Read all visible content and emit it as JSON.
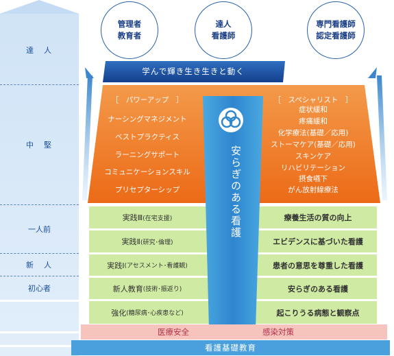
{
  "levels": [
    "達　人",
    "中　堅",
    "一人前",
    "新　人",
    "初心者"
  ],
  "circles": [
    "管理者\n教育者",
    "達人\n看護師",
    "専門看護師\n認定看護師"
  ],
  "banner": "学んで輝き生き生きと動く",
  "power_up": {
    "title": "［　パワーアップ　］",
    "items": [
      "ナーシングマネジメント",
      "ベストプラクティス",
      "ラーニングサポート",
      "コミュニケーションスキル",
      "プリセプターシップ"
    ]
  },
  "specialist": {
    "title": "［　スペシャリスト　］",
    "items": [
      "症状緩和",
      "疼痛緩和",
      "化学療法(基礎／応用)",
      "ストーマケア(基礎／応用)",
      "スキンケア",
      "リハビリテーション",
      "摂食嚥下",
      "がん放射線療法"
    ]
  },
  "center": "安らぎのある看護",
  "practice_rows": [
    {
      "left_main": "実践Ⅲ",
      "left_sub": "(在宅支援)",
      "right": "療養生活の質の向上"
    },
    {
      "left_main": "実践Ⅱ",
      "left_sub": "(研究･倫理)",
      "right": "エビデンスに基づいた看護"
    },
    {
      "left_main": "実践Ⅰ",
      "left_sub": "(アセスメント･看護観)",
      "right": "患者の意思を尊重した看護"
    },
    {
      "left_main": "新人教育",
      "left_sub": "(技術･振返り)",
      "right": "安らぎのある看護"
    },
    {
      "left_main": "強化",
      "left_sub": "(糖尿病･心疾患など)",
      "right": "起こりうる病態と観察点"
    }
  ],
  "base_left": "医療安全",
  "base_right": "感染対策",
  "foundation": "看護基礎教育",
  "colors": {
    "ladder": "#dbeaf8",
    "banner": "#1a4fa0",
    "orange": "#f07a2a",
    "green": "#cfeaa3",
    "pink": "#f6c3bd",
    "foundation": "#4a9fdd",
    "center": "#3b9ad8"
  }
}
